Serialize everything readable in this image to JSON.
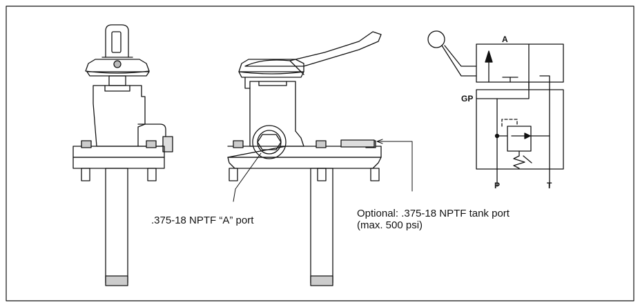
{
  "callouts": {
    "a_port": ".375-18 NPTF “A” port",
    "tank_port_line1": "Optional: .375-18 NPTF tank port",
    "tank_port_line2": "(max. 500 psi)"
  },
  "schematic": {
    "port_a": "A",
    "port_gp": "GP",
    "port_p": "P",
    "port_t": "T"
  }
}
